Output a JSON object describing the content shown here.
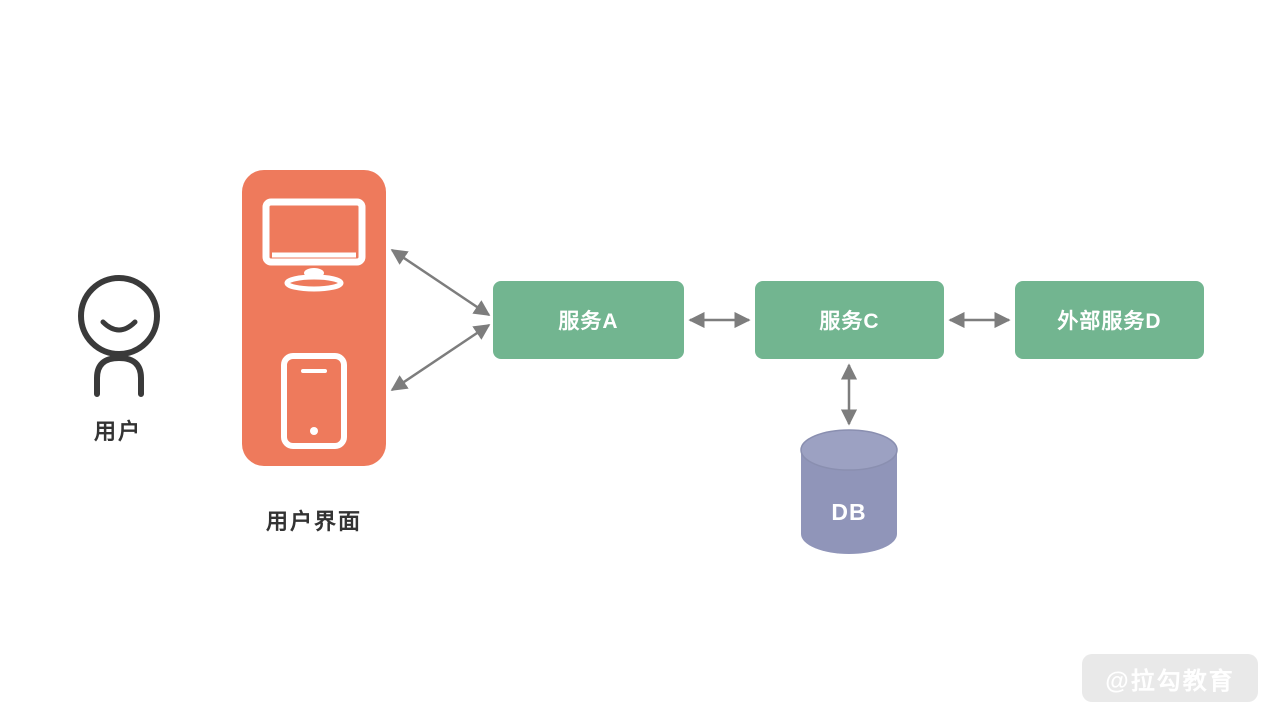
{
  "diagram": {
    "user": {
      "label": "用户"
    },
    "ui_panel": {
      "label": "用户界面"
    },
    "services": [
      {
        "id": "service-a",
        "label": "服务A"
      },
      {
        "id": "service-c",
        "label": "服务C"
      },
      {
        "id": "service-d",
        "label": "外部服务D"
      }
    ],
    "database": {
      "label": "DB"
    },
    "watermark": {
      "label": "@拉勾教育"
    },
    "colors": {
      "panel_orange": "#EE7A5C",
      "service_green": "#72B590",
      "db_purple": "#9095B9",
      "db_top": "#9CA1C2",
      "arrow_gray": "#7D7D7D",
      "label_text": "#333333",
      "watermark_bg": "#E9E9E9",
      "watermark_text": "#FFFFFF"
    }
  }
}
